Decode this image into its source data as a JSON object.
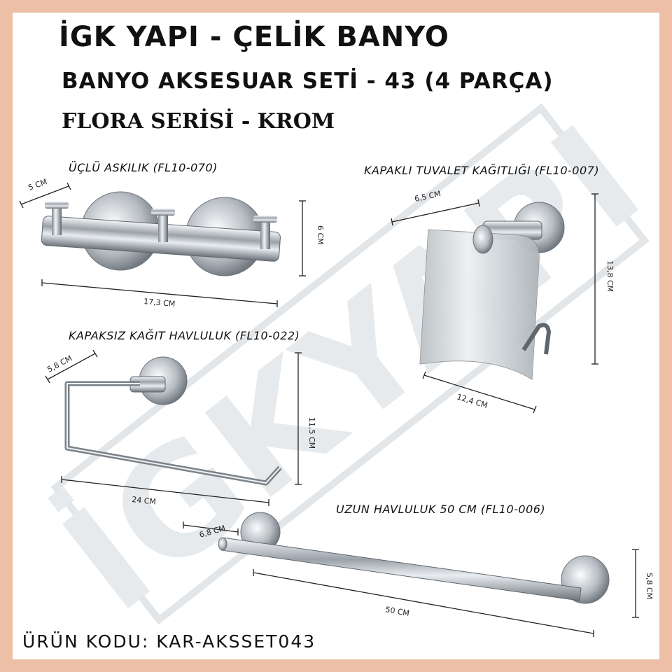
{
  "header": {
    "title": "İGK YAPI - ÇELİK BANYO",
    "subtitle": "BANYO AKSESUAR SETİ - 43 (4 PARÇA)",
    "series": "FLORA SERİSİ - KROM"
  },
  "products": [
    {
      "label": "ÜÇLÜ ASKILIK (FL10-070)",
      "dims": [
        "5 CM",
        "6 CM",
        "17,3 CM"
      ]
    },
    {
      "label": "KAPAKLI TUVALET KAĞITLIĞI (FL10-007)",
      "dims": [
        "6,5 CM",
        "13,8 CM",
        "12,4 CM"
      ]
    },
    {
      "label": "KAPAKSIZ KAĞIT HAVLULUK (FL10-022)",
      "dims": [
        "5,8 CM",
        "11,5 CM",
        "24 CM"
      ]
    },
    {
      "label": "UZUN HAVLULUK 50 CM (FL10-006)",
      "dims": [
        "6,8 CM",
        "5,8 CM",
        "50 CM"
      ]
    }
  ],
  "footer": {
    "product_code": "ÜRÜN KODU: KAR-AKSSET043"
  },
  "watermark": {
    "text": "İGKYAPI",
    "icon": "brand-watermark"
  },
  "colors": {
    "border": "#ecbfa6",
    "panel": "#ffffff",
    "chrome": "#c9ced3",
    "watermark": "#d3dadf"
  }
}
